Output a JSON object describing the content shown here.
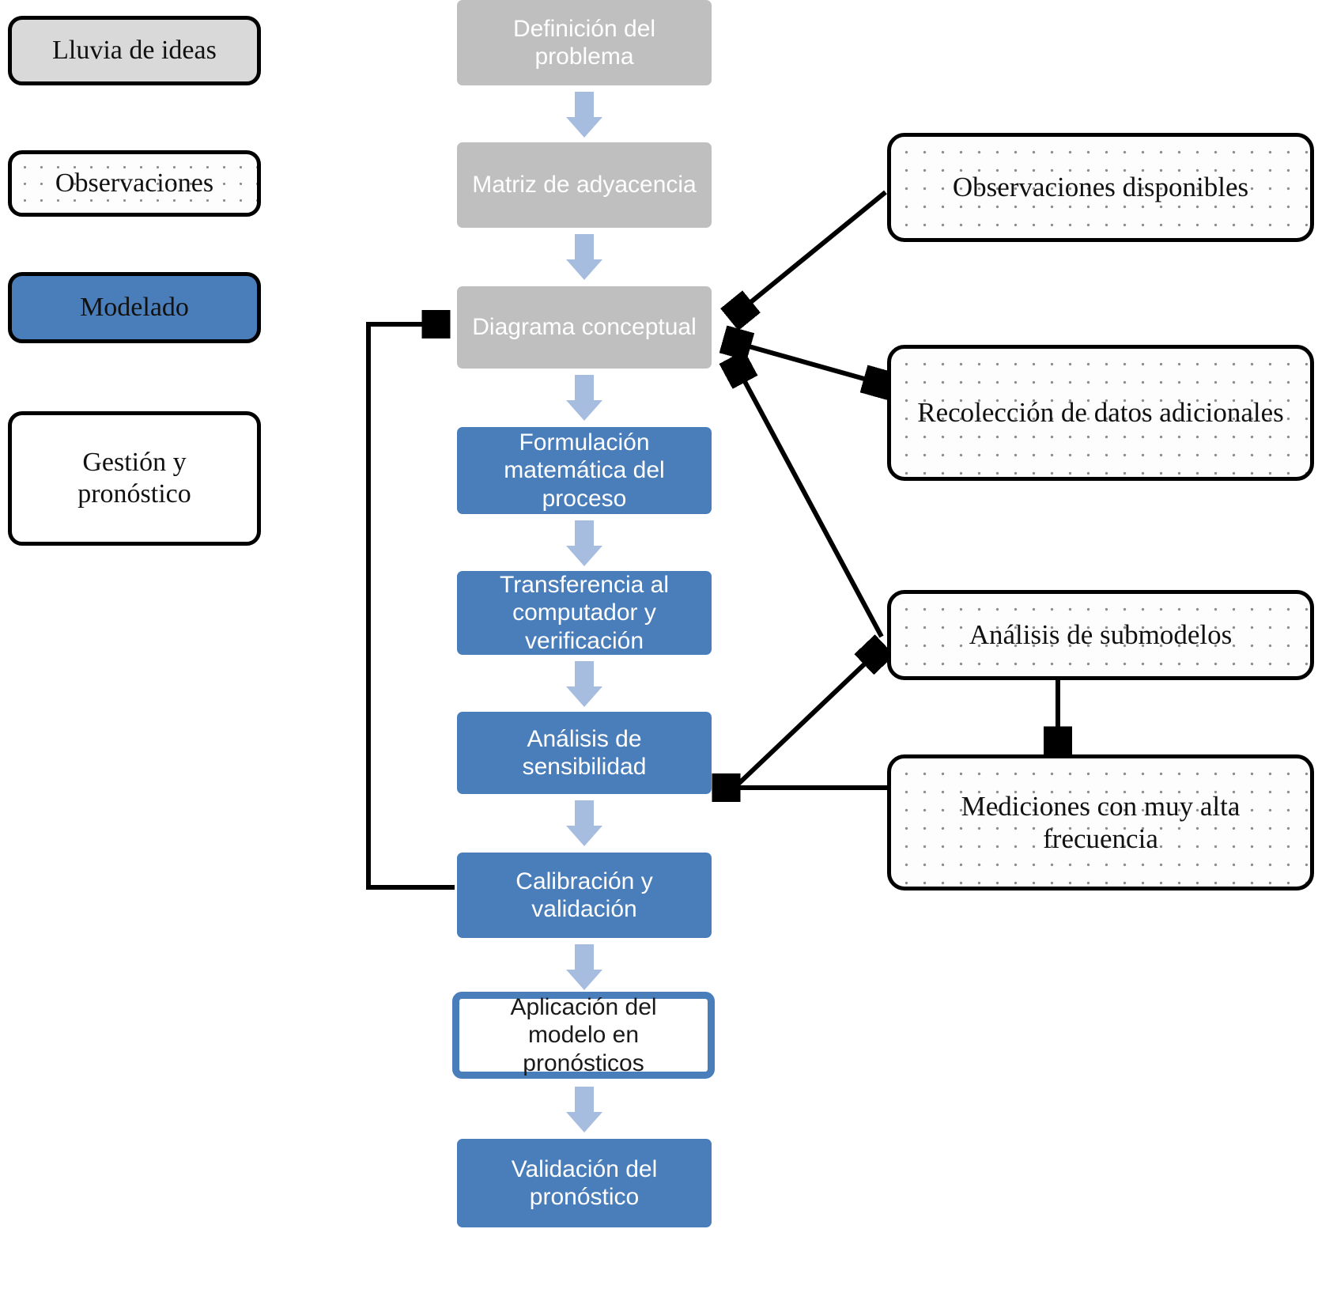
{
  "legend": {
    "items": [
      {
        "label": "Lluvia de ideas",
        "style": "gray"
      },
      {
        "label": "Observaciones",
        "style": "dotted"
      },
      {
        "label": "Modelado",
        "style": "blue"
      },
      {
        "label": "Gestión y\npronóstico",
        "style": "white"
      }
    ]
  },
  "flow": {
    "steps": [
      {
        "label": "Definición del problema",
        "style": "gray"
      },
      {
        "label": "Matriz de adyacencia",
        "style": "gray"
      },
      {
        "label": "Diagrama conceptual",
        "style": "gray"
      },
      {
        "label": "Formulación matemática del proceso",
        "style": "blue"
      },
      {
        "label": "Transferencia al computador y verificación",
        "style": "blue"
      },
      {
        "label": "Análisis de sensibilidad",
        "style": "blue"
      },
      {
        "label": "Calibración y validación",
        "style": "blue"
      },
      {
        "label": "Aplicación del modelo en pronósticos",
        "style": "outline"
      },
      {
        "label": "Validación del pronóstico",
        "style": "blue"
      }
    ]
  },
  "data_nodes": [
    {
      "label": "Observaciones disponibles"
    },
    {
      "label": "Recolección de datos adicionales"
    },
    {
      "label": "Análisis de submodelos"
    },
    {
      "label": "Mediciones con muy alta frecuencia"
    }
  ],
  "colors": {
    "blue_fill": "#4a7ebb",
    "gray_fill": "#bfbfbf",
    "legend_gray_fill": "#d9d9d9",
    "arrow_block": "#a7bddf",
    "connector_stroke": "#000000",
    "dot_pattern": "#8d8d8d"
  }
}
